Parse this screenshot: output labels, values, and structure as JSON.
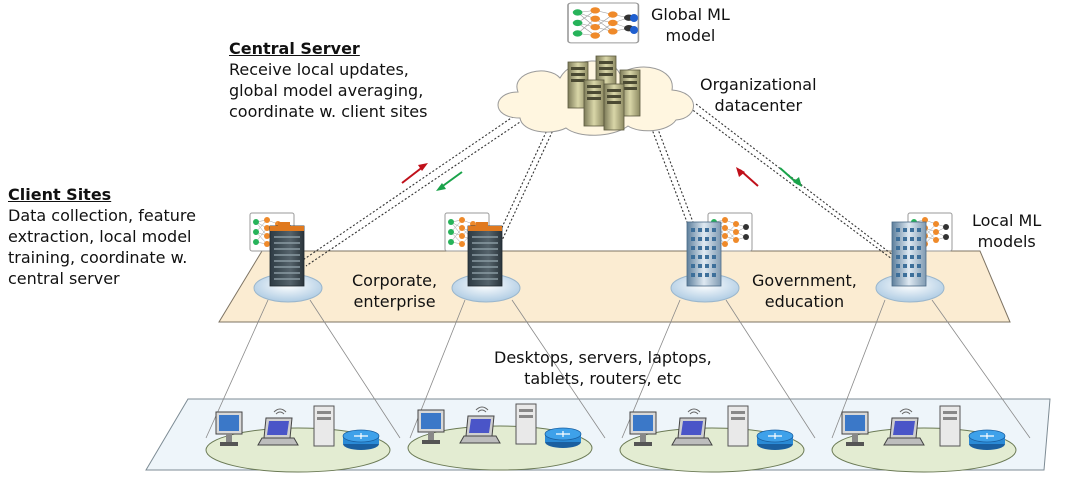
{
  "central_server": {
    "heading": "Central Server",
    "lines": [
      "Receive local updates,",
      "global model averaging,",
      "coordinate w. client sites"
    ]
  },
  "client_sites": {
    "heading": "Client Sites",
    "lines": [
      "Data collection, feature",
      "extraction, local model",
      "training, coordinate w.",
      "central server"
    ]
  },
  "global_model": {
    "lines": [
      "Global ML",
      "model"
    ]
  },
  "datacenter": {
    "lines": [
      "Organizational",
      "datacenter"
    ]
  },
  "local_models": {
    "lines": [
      "Local ML",
      "models"
    ]
  },
  "corporate": {
    "lines": [
      "Corporate,",
      "enterprise"
    ]
  },
  "government": {
    "lines": [
      "Government,",
      "education"
    ]
  },
  "devices": {
    "lines": [
      "Desktops, servers, laptops,",
      "tablets, routers, etc"
    ]
  },
  "colors": {
    "upload_arrow": "#c0101a",
    "download_arrow": "#1aa34a",
    "client_plane": "#fbecd2",
    "device_plane": "#eef5fa",
    "cloud": "#fff6e0",
    "device_pad": "#e3ecd2",
    "node_green": "#27b35a",
    "node_orange": "#ef8a2a",
    "node_blue": "#1f5fd0",
    "node_dark": "#333333"
  },
  "icons": [
    "cloud-icon",
    "server-tower-icon",
    "neural-network-icon",
    "office-building-icon",
    "desktop-computer-icon",
    "laptop-icon",
    "router-icon",
    "wireless-icon"
  ]
}
